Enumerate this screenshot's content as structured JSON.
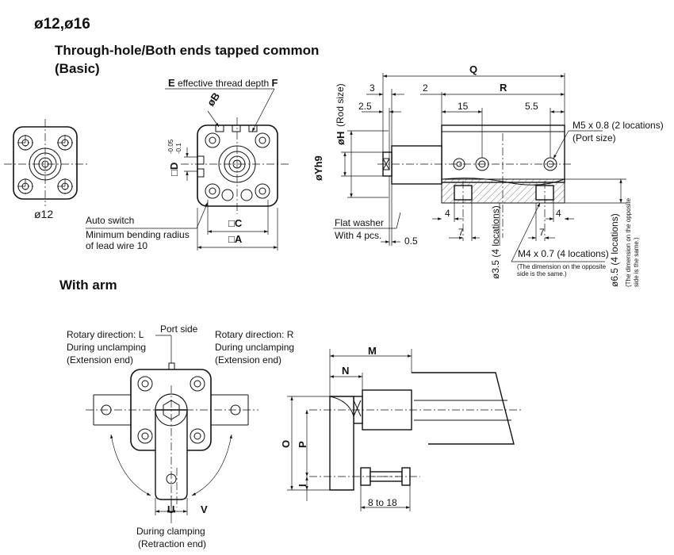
{
  "title": "ø12,ø16",
  "subtitle_line1": "Through-hole/Both ends tapped common",
  "subtitle_line2": "(Basic)",
  "with_arm_heading": "With arm",
  "top_views": {
    "small_label": "ø12",
    "effective_thread_prefix": "E",
    "effective_thread_text": " effective thread depth ",
    "effective_thread_suffix": "F",
    "bore_label": "øB",
    "d_label": "□D",
    "d_tolerance_upper": "-0.05",
    "d_tolerance_lower": "-0.1",
    "c_label": "□C",
    "a_label": "□A",
    "auto_switch": "Auto switch",
    "bending_radius_line1": "Minimum bending radius",
    "bending_radius_line2": "of lead wire 10"
  },
  "side_view": {
    "q_label": "Q",
    "r_label": "R",
    "dim_3": "3",
    "dim_2": "2",
    "dim_2_5": "2.5",
    "dim_15": "15",
    "dim_5_5": "5.5",
    "rod_size_label": "(Rod size)",
    "h_label": "øH",
    "y_label": "øYh9",
    "port_line1": "M5 x 0.8 (2 locations)",
    "port_line2": "(Port size)",
    "flat_washer_line1": "Flat washer",
    "flat_washer_line2": "With 4 pcs.",
    "dim_0_5": "0.5",
    "dim_4_left": "4",
    "dim_4_right": "4",
    "dim_7_left": "7",
    "dim_7_right": "7",
    "m4_line": "M4 x 0.7 (4 locations)",
    "opposite_note_line1": "(The dimension on the opposite",
    "opposite_note_line2": "side is the same.)",
    "hole_3_5": "ø3.5 (4 locations)",
    "hole_6_5": "ø6.5 (4 locations)",
    "hole_6_5_note_line1": "(The dimension on the opposite",
    "hole_6_5_note_line2": "side is the same.)"
  },
  "arm_view": {
    "port_side": "Port side",
    "rot_l_line1": "Rotary direction: L",
    "rot_l_line2": "During unclamping",
    "rot_l_line3": "(Extension end)",
    "rot_r_line1": "Rotary direction: R",
    "rot_r_line2": "During unclamping",
    "rot_r_line3": "(Extension end)",
    "u_label": "U",
    "v_label": "V",
    "clamp_line1": "During clamping",
    "clamp_line2": "(Retraction end)"
  },
  "arm_side": {
    "m_label": "M",
    "n_label": "N",
    "o_label": "O",
    "p_label": "P",
    "i_label": "I",
    "range_label": "8 to 18"
  }
}
